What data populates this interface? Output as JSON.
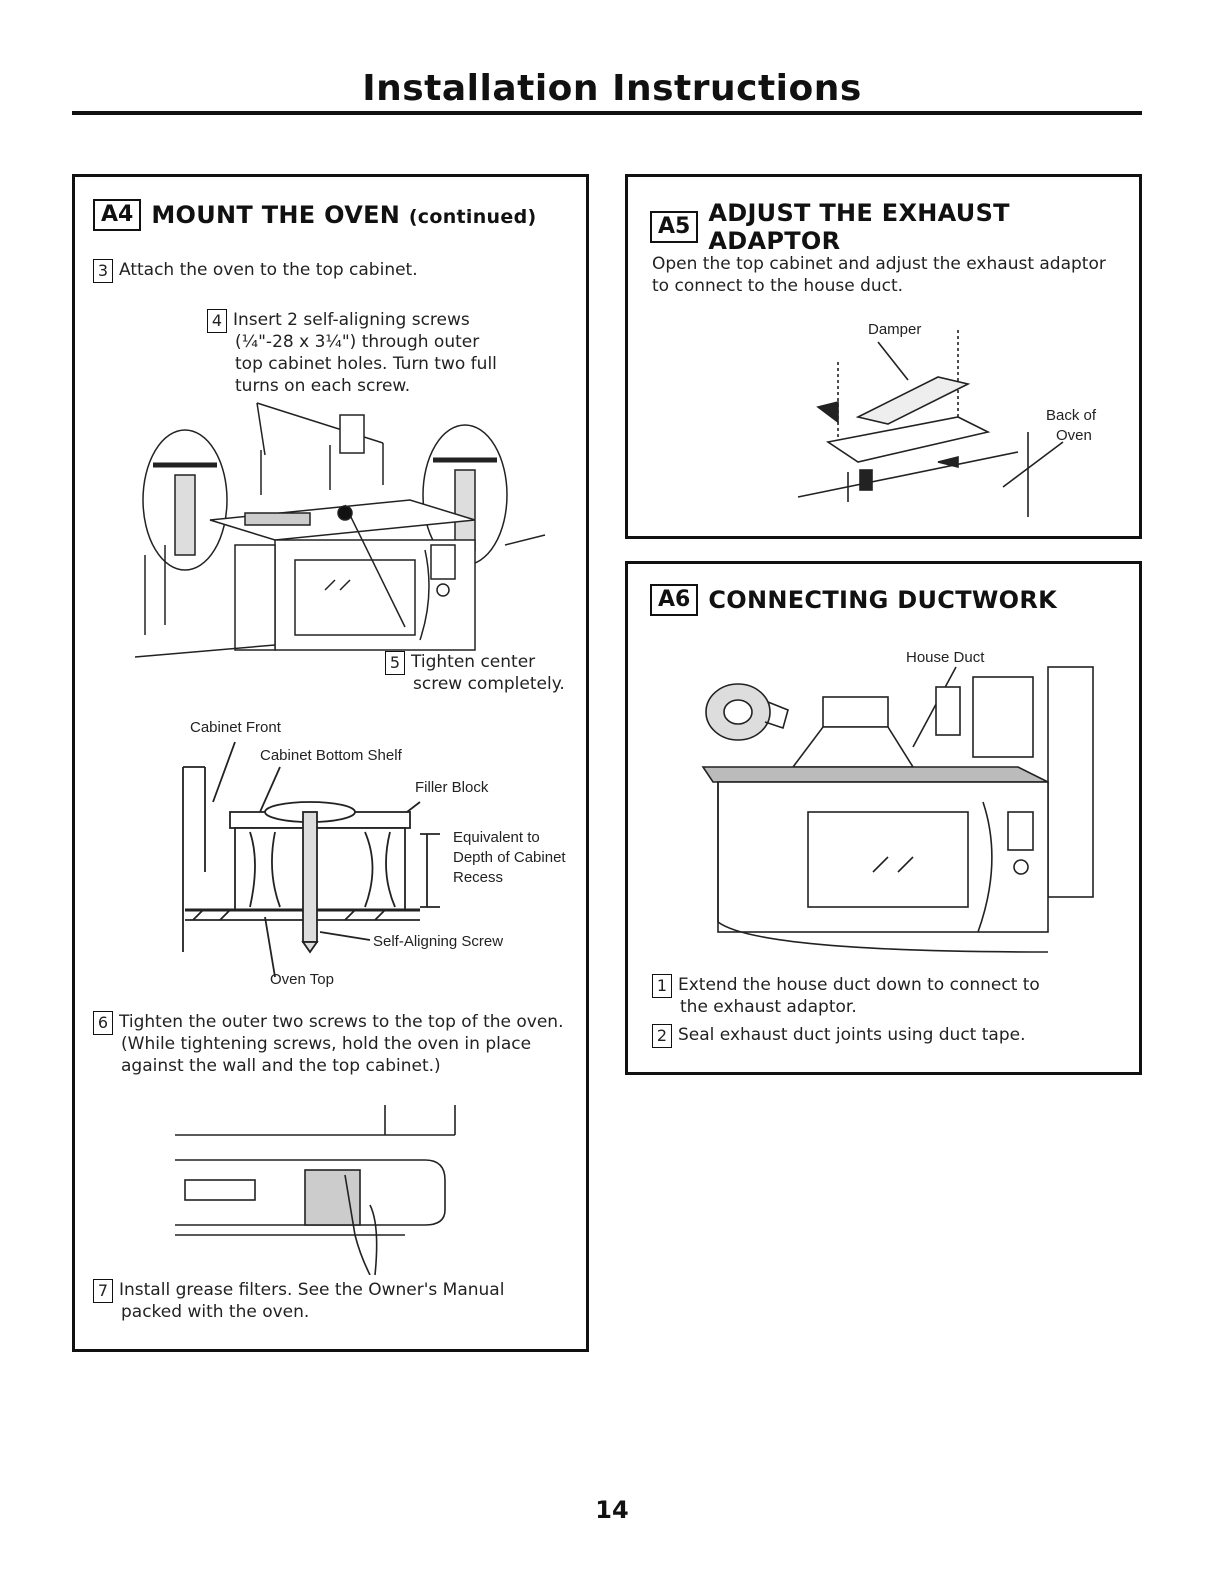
{
  "page": {
    "title": "Installation Instructions",
    "page_number": "14"
  },
  "a4": {
    "num": "A4",
    "title": "MOUNT THE OVEN",
    "title_sub": "(continued)",
    "step3": {
      "num": "3",
      "text": "Attach the oven to the top cabinet."
    },
    "step4": {
      "num": "4",
      "lines": [
        "Insert 2 self-aligning screws",
        "(¼\"-28 x 3¼\") through outer",
        "top cabinet holes. Turn two full",
        "turns on each screw."
      ]
    },
    "step5": {
      "num": "5",
      "lines": [
        "Tighten center",
        "screw completely."
      ]
    },
    "diagram_labels": {
      "cabinet_front": "Cabinet Front",
      "cabinet_bottom_shelf": "Cabinet Bottom Shelf",
      "filler_block": "Filler Block",
      "equivalent": [
        "Equivalent to",
        "Depth of Cabinet",
        "Recess"
      ],
      "self_aligning_screw": "Self-Aligning Screw",
      "oven_top": "Oven Top"
    },
    "step6": {
      "num": "6",
      "lines": [
        "Tighten the outer two screws to the top of the oven.",
        "(While tightening screws, hold the oven in place",
        "against the wall and the top cabinet.)"
      ]
    },
    "step7": {
      "num": "7",
      "lines": [
        "Install grease filters. See the Owner's Manual",
        "packed with the oven."
      ]
    }
  },
  "a5": {
    "num": "A5",
    "title": "ADJUST THE EXHAUST ADAPTOR",
    "lines": [
      "Open the top cabinet and adjust the exhaust adaptor",
      "to connect to the house duct."
    ],
    "labels": {
      "damper": "Damper",
      "back_of_oven": [
        "Back of",
        "Oven"
      ]
    }
  },
  "a6": {
    "num": "A6",
    "title": "CONNECTING DUCTWORK",
    "labels": {
      "house_duct": "House Duct"
    },
    "step1": {
      "num": "1",
      "lines": [
        "Extend the house duct down to connect to",
        "the exhaust adaptor."
      ]
    },
    "step2": {
      "num": "2",
      "text": "Seal exhaust duct joints using duct tape."
    }
  }
}
